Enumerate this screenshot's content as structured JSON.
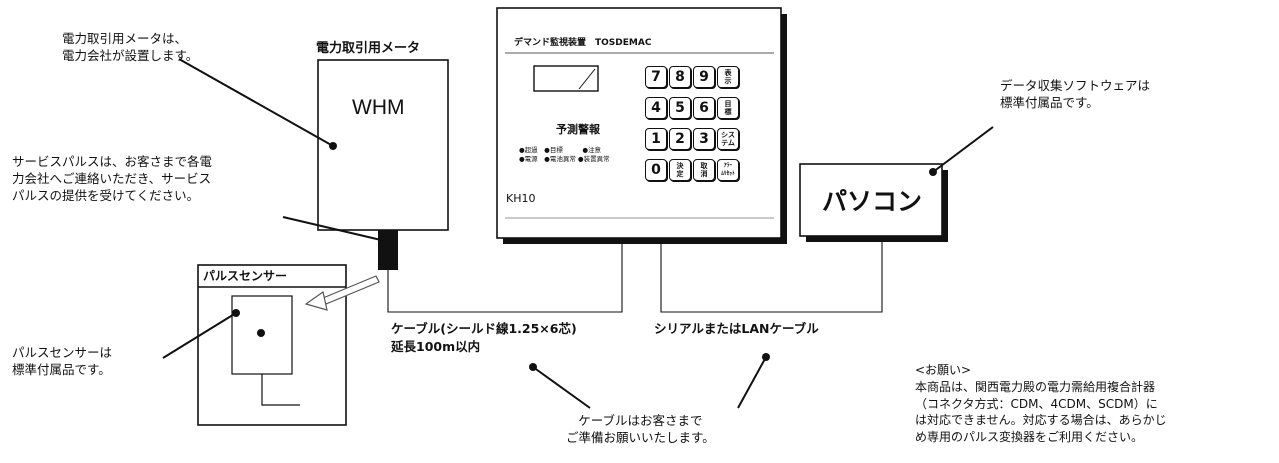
{
  "meter": {
    "title": "電力取引用メータ",
    "label": "WHM",
    "callout": "電力取引用メータは、\n電力会社が設置します。"
  },
  "service_pulse": {
    "callout": "サービスパルスは、お客さまで各電\n力会社へご連絡いただき、サービス\nパルスの提供を受けてください。"
  },
  "pulse_sensor": {
    "title": "パルスセンサー",
    "callout": "パルスセンサーは\n標準付属品です。"
  },
  "device": {
    "title": "デマンド監視装置　TOSDEMAC",
    "forecast_label": "予測警報",
    "indicators": [
      "●超過　●目標　　　●注意",
      "●電源　●電池異常 ●装置異常"
    ],
    "model": "KH10",
    "keys": [
      {
        "label": "7"
      },
      {
        "label": "8"
      },
      {
        "label": "9"
      },
      {
        "label": "表\n示"
      },
      {
        "label": "4"
      },
      {
        "label": "5"
      },
      {
        "label": "6"
      },
      {
        "label": "目\n標"
      },
      {
        "label": "1"
      },
      {
        "label": "2"
      },
      {
        "label": "3"
      },
      {
        "label": "シス\nテム"
      },
      {
        "label": "0"
      },
      {
        "label": "決\n定"
      },
      {
        "label": "取\n消"
      },
      {
        "label": "ｱﾗｰ\nﾑﾘｾｯﾄ"
      }
    ]
  },
  "pc": {
    "label": "パソコン",
    "callout": "データ収集ソフトウェアは\n標準付属品です。"
  },
  "cables": {
    "shielded": "ケーブル(シールド線1.25×6芯)\n延長100m以内",
    "serial": "シリアルまたはLANケーブル",
    "callout": "ケーブルはお客さまで\nご準備お願いいたします。"
  },
  "notice": {
    "heading": "<お願い>",
    "body": "本商品は、関西電力殿の電力需給用複合計器\n（コネクタ方式：CDM、4CDM、SCDM）に\nは対応できません。対応する場合は、あらかじ\nめ専用のパルス変換器をご利用ください。"
  },
  "colors": {
    "line": "#111111",
    "panel_line": "#aaaaaa"
  }
}
